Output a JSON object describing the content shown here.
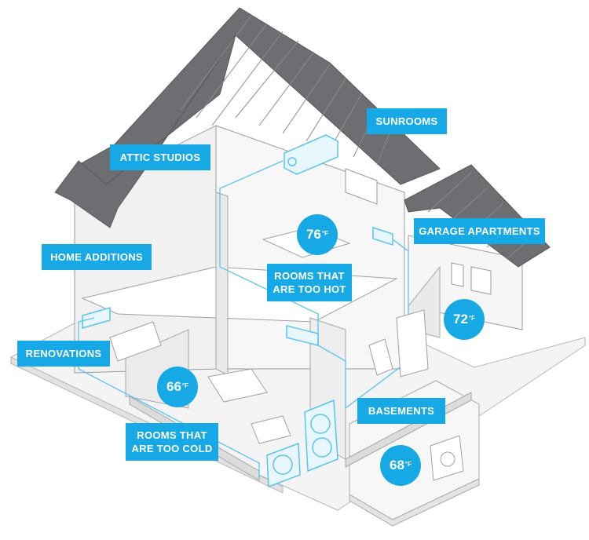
{
  "labels": {
    "attic": "ATTIC STUDIOS",
    "sunrooms": "SUNROOMS",
    "garage": "GARAGE APARTMENTS",
    "additions": "HOME ADDITIONS",
    "hot_line1": "ROOMS THAT",
    "hot_line2": "ARE TOO HOT",
    "renovations": "RENOVATIONS",
    "basements": "BASEMENTS",
    "cold_line1": "ROOMS THAT",
    "cold_line2": "ARE TOO COLD"
  },
  "temps": {
    "t76": "76",
    "t72": "72",
    "t66": "66",
    "t68": "68",
    "unit": "°F"
  },
  "colors": {
    "accent": "#17a9e6",
    "roof": "#6d6e71",
    "wall_line": "#9a9a9a",
    "duct": "#5bc4ee"
  }
}
